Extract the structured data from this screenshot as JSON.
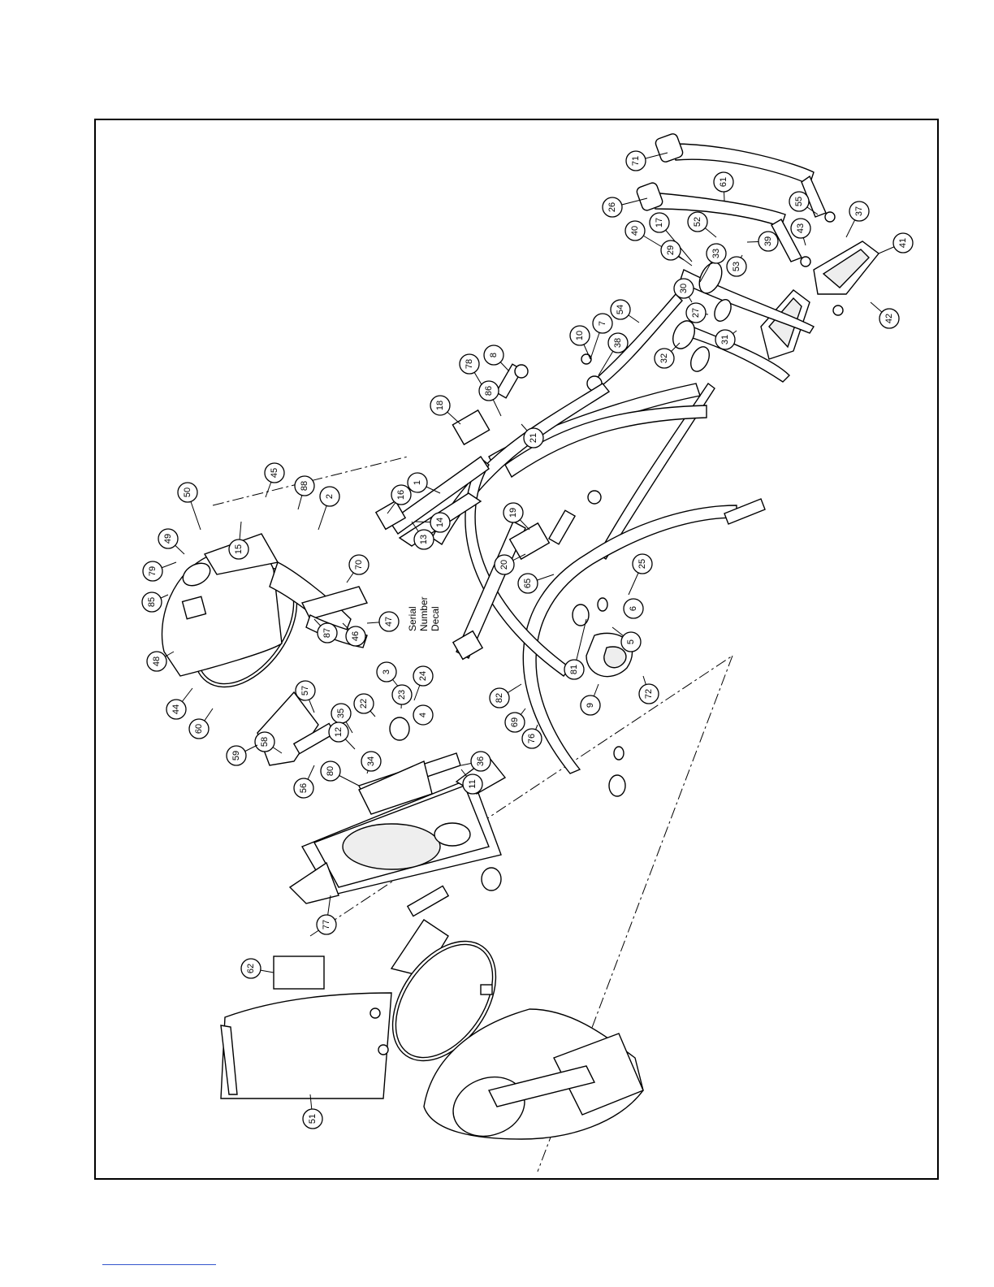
{
  "diagram": {
    "serial_decal_lines": [
      "Serial",
      "Number",
      "Decal"
    ],
    "callouts": [
      "71",
      "26",
      "61",
      "55",
      "37",
      "40",
      "17",
      "52",
      "39",
      "43",
      "41",
      "29",
      "53",
      "10",
      "33",
      "42",
      "30",
      "54",
      "27",
      "38",
      "7",
      "32",
      "31",
      "78",
      "8",
      "86",
      "18",
      "21",
      "16",
      "1",
      "13",
      "14",
      "19",
      "20",
      "65",
      "25",
      "6",
      "5",
      "81",
      "9",
      "72",
      "82",
      "69",
      "76",
      "3",
      "24",
      "4",
      "23",
      "22",
      "35",
      "80",
      "36",
      "11",
      "34",
      "12",
      "57",
      "58",
      "56",
      "59",
      "60",
      "44",
      "48",
      "85",
      "79",
      "49",
      "50",
      "15",
      "45",
      "88",
      "2",
      "70",
      "47",
      "46",
      "87",
      "77",
      "62",
      "51"
    ]
  }
}
